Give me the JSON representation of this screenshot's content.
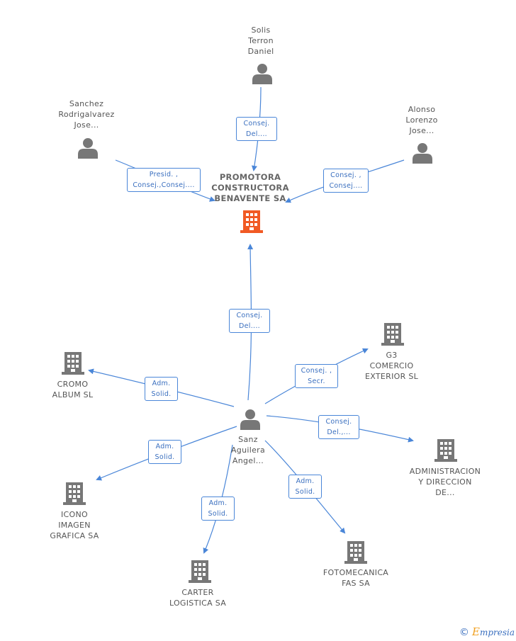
{
  "colors": {
    "edge": "#4a86d8",
    "main_icon": "#f15a24",
    "icon": "#777777"
  },
  "center": {
    "name_lines": [
      "PROMOTORA",
      "CONSTRUCTORA",
      "BENAVENTE SA"
    ]
  },
  "people": [
    {
      "id": "solis",
      "name_lines": [
        "Solis",
        "Terron",
        "Daniel"
      ]
    },
    {
      "id": "sanchez",
      "name_lines": [
        "Sanchez",
        "Rodrigalvarez",
        "Jose..."
      ]
    },
    {
      "id": "alonso",
      "name_lines": [
        "Alonso",
        "Lorenzo",
        "Jose..."
      ]
    },
    {
      "id": "sanz",
      "name_lines": [
        "Sanz",
        "Aguilera",
        "Angel..."
      ]
    }
  ],
  "companies": [
    {
      "id": "g3",
      "name_lines": [
        "G3",
        "COMERCIO",
        "EXTERIOR SL"
      ]
    },
    {
      "id": "cromo",
      "name_lines": [
        "CROMO",
        "ALBUM SL"
      ]
    },
    {
      "id": "admin",
      "name_lines": [
        "ADMINISTRACION",
        "Y DIRECCION",
        "DE..."
      ]
    },
    {
      "id": "icono",
      "name_lines": [
        "ICONO",
        "IMAGEN",
        "GRAFICA SA"
      ]
    },
    {
      "id": "carter",
      "name_lines": [
        "CARTER",
        "LOGISTICA SA"
      ]
    },
    {
      "id": "foto",
      "name_lines": [
        "FOTOMECANICA",
        "FAS SA"
      ]
    }
  ],
  "relations": [
    {
      "id": "r_solis",
      "lines": [
        "Consej.",
        "Del...."
      ]
    },
    {
      "id": "r_sanchez",
      "lines": [
        "Presid. ,",
        "Consej.,Consej...."
      ]
    },
    {
      "id": "r_alonso",
      "lines": [
        "Consej. ,",
        "Consej...."
      ]
    },
    {
      "id": "r_sanz_main",
      "lines": [
        "Consej.",
        "Del...."
      ]
    },
    {
      "id": "r_g3",
      "lines": [
        "Consej. ,",
        "Secr."
      ]
    },
    {
      "id": "r_cromo",
      "lines": [
        "Adm.",
        "Solid."
      ]
    },
    {
      "id": "r_admin",
      "lines": [
        "Consej.",
        "Del.,..."
      ]
    },
    {
      "id": "r_icono",
      "lines": [
        "Adm.",
        "Solid."
      ]
    },
    {
      "id": "r_carter",
      "lines": [
        "Adm.",
        "Solid."
      ]
    },
    {
      "id": "r_foto",
      "lines": [
        "Adm.",
        "Solid."
      ]
    }
  ],
  "footer": {
    "copyright": "©",
    "brand_initial": "E",
    "brand_rest": "mpresia"
  }
}
